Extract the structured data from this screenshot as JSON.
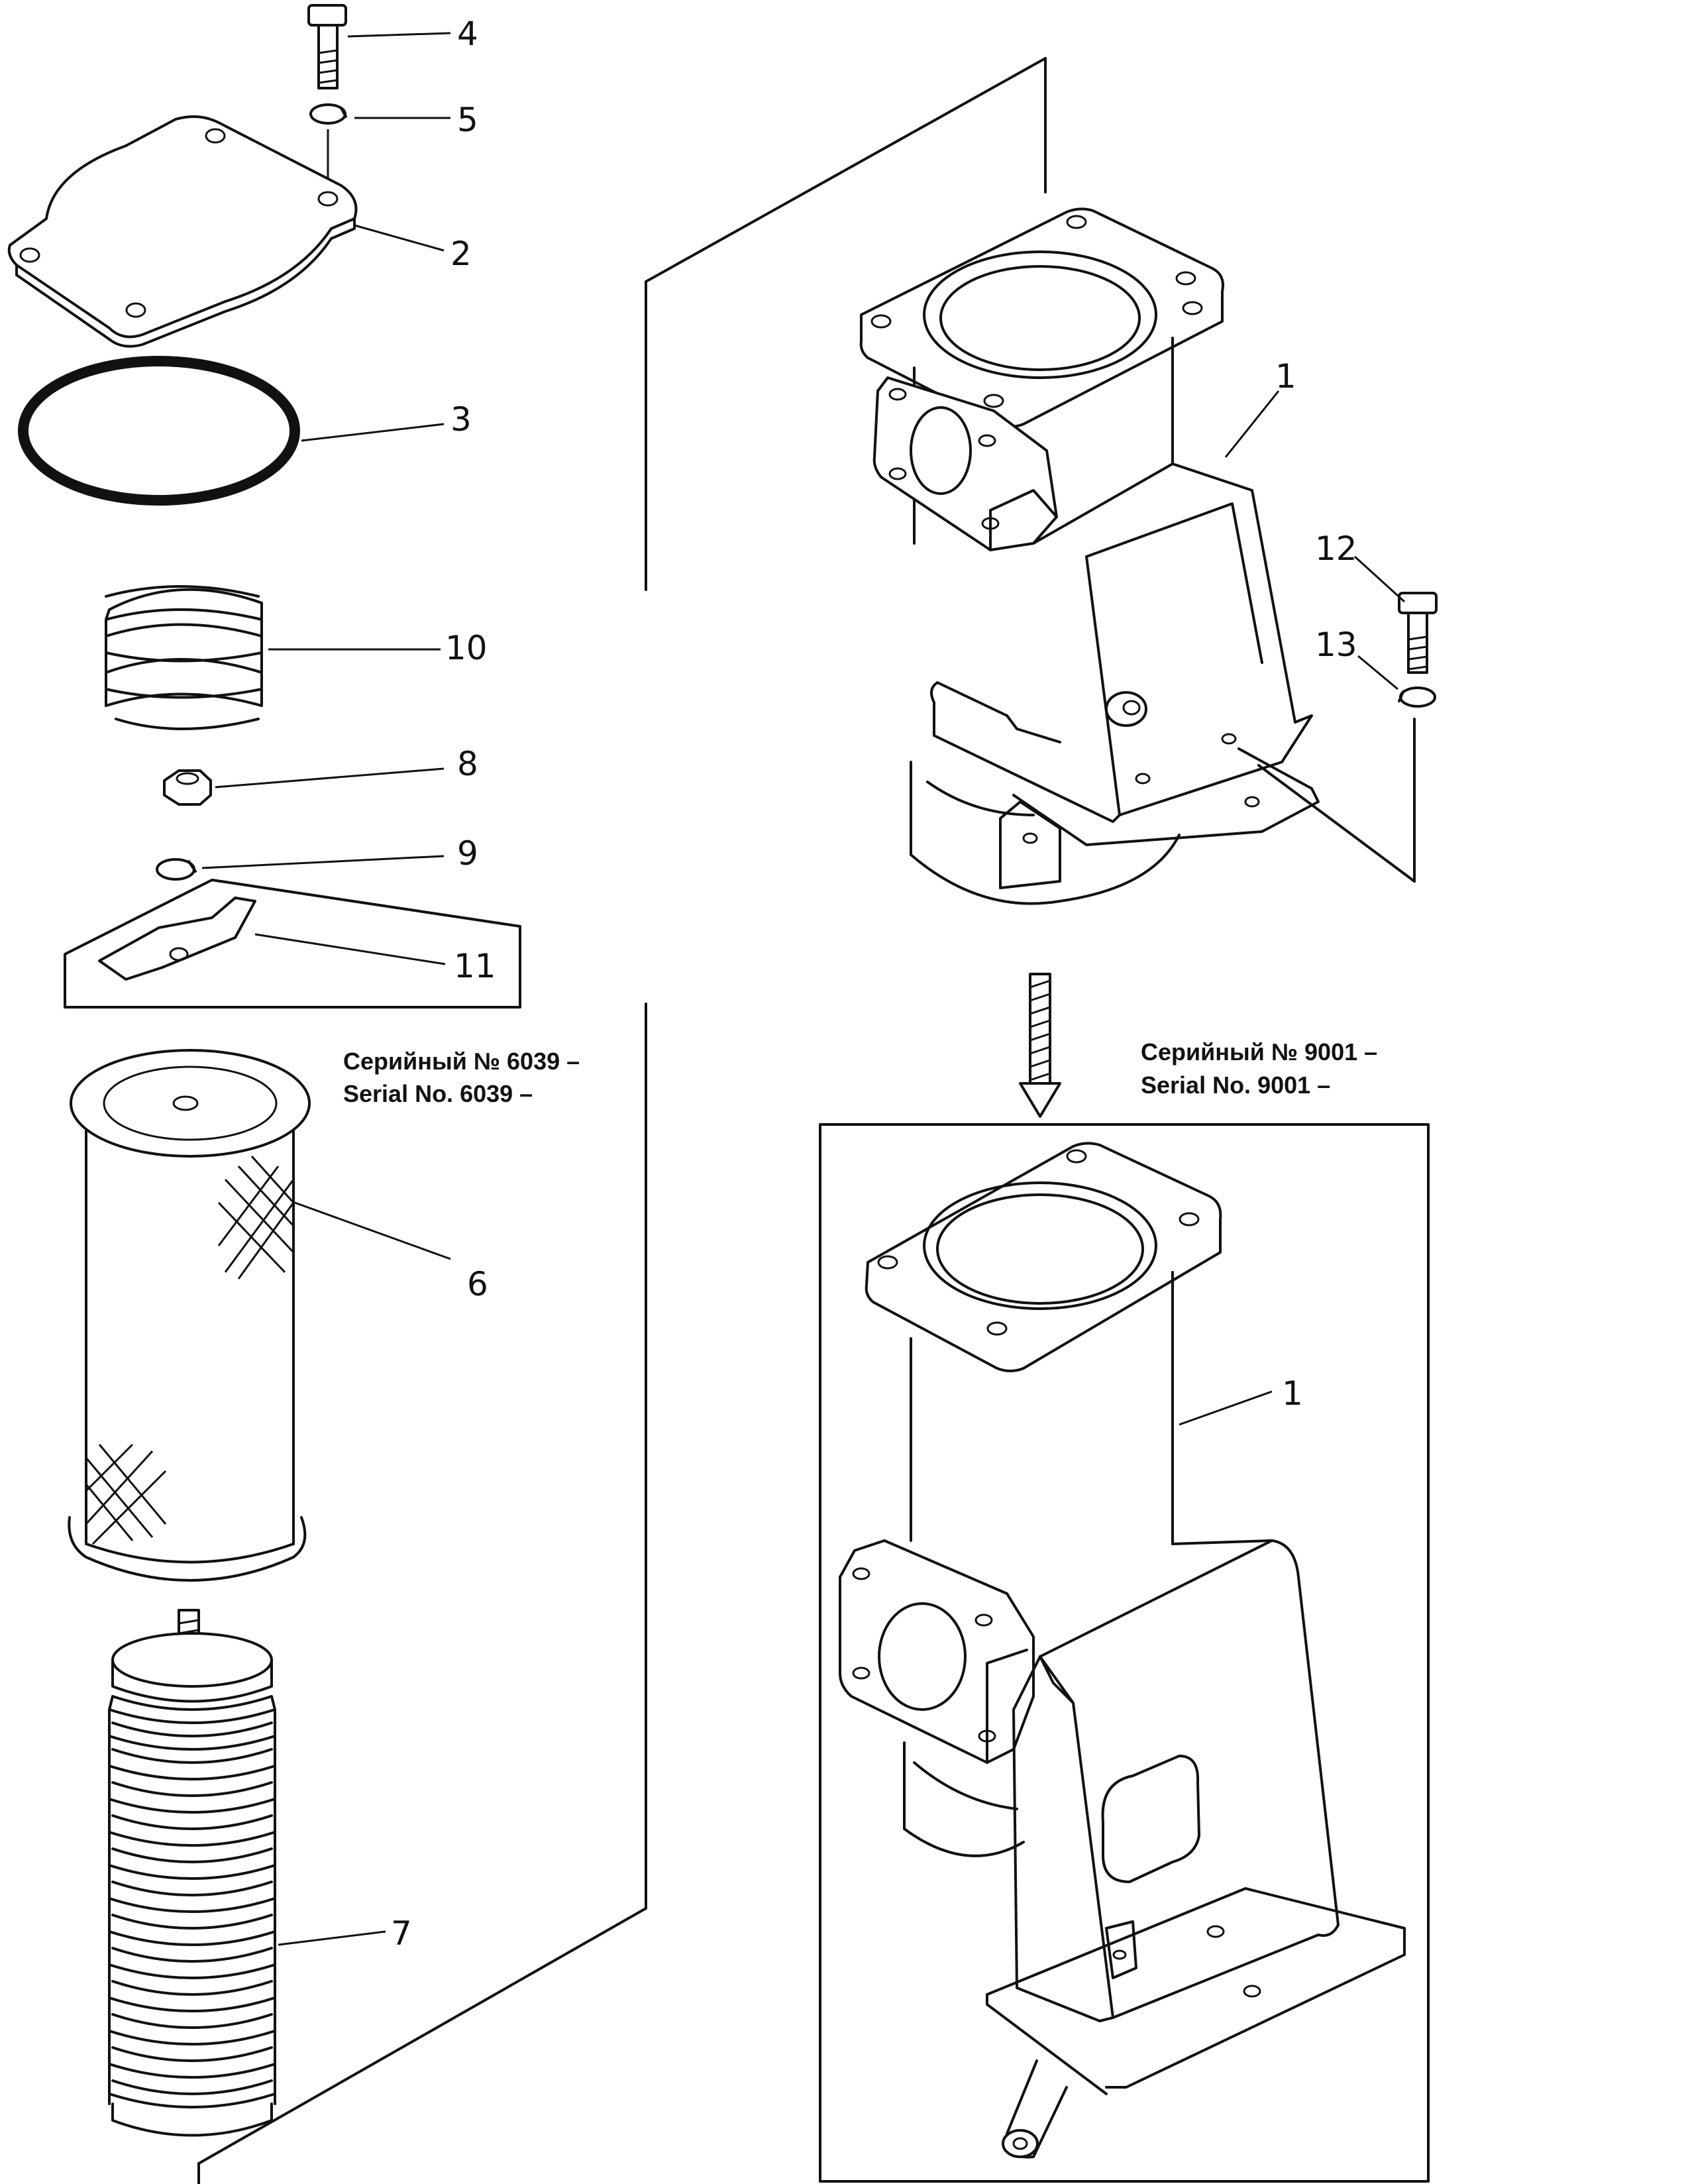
{
  "callouts": {
    "c1_top": "1",
    "c1_bottom": "1",
    "c2": "2",
    "c3": "3",
    "c4": "4",
    "c5": "5",
    "c6": "6",
    "c7": "7",
    "c8": "8",
    "c9": "9",
    "c10": "10",
    "c11": "11",
    "c12": "12",
    "c13": "13"
  },
  "serial_left": {
    "ru": "Серийный № 6039 –",
    "en": "Serial No. 6039 –"
  },
  "serial_right": {
    "ru": "Серийный № 9001 –",
    "en": "Serial No. 9001 –"
  }
}
